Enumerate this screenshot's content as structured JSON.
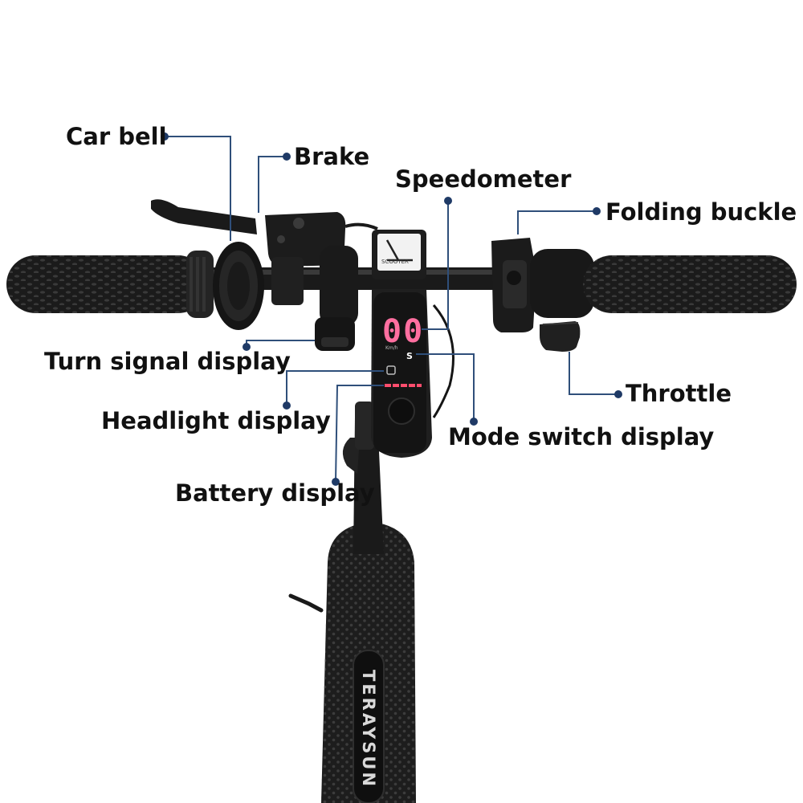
{
  "labels": {
    "car_bell": "Car bell",
    "brake": "Brake",
    "speedometer": "Speedometer",
    "folding_buckle": "Folding buckle",
    "turn_signal_display": "Turn signal display",
    "headlight_display": "Headlight display",
    "throttle": "Throttle",
    "mode_switch_display": "Mode switch display",
    "battery_display": "Battery display"
  },
  "display": {
    "speed": "00",
    "unit": "Km/h",
    "mode": "S",
    "logo_text": "SCOOTER"
  },
  "brand": "TERAYSUN",
  "colors": {
    "leader_line": "#2f4f7a",
    "leader_dot": "#1f3a66",
    "speed_digits": "#ff6fa0",
    "body": "#1c1c1c"
  }
}
